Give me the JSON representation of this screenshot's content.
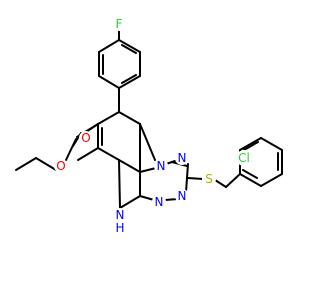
{
  "molecule": {
    "colors": {
      "bond": "#000000",
      "carbon": "#000000",
      "oxygen": "#ff0000",
      "nitrogen": "#0000ff",
      "sulfur": "#b3b300",
      "fluorine": "#33cc33",
      "chlorine": "#33cc33"
    },
    "atoms": [
      {
        "name": "atom-f",
        "label": "F",
        "element": "fluorine"
      },
      {
        "name": "atom-cl",
        "label": "Cl",
        "element": "chlorine"
      },
      {
        "name": "atom-o-carbonyl",
        "label": "O",
        "element": "oxygen"
      },
      {
        "name": "atom-o-ester",
        "label": "O",
        "element": "oxygen"
      },
      {
        "name": "atom-n-triazole-1",
        "label": "N",
        "element": "nitrogen"
      },
      {
        "name": "atom-n-triazole-2",
        "label": "N",
        "element": "nitrogen"
      },
      {
        "name": "atom-n-triazole-3",
        "label": "N",
        "element": "nitrogen"
      },
      {
        "name": "atom-n-triazole-4",
        "label": "N",
        "element": "nitrogen"
      },
      {
        "name": "atom-nh",
        "label": "N",
        "element": "nitrogen"
      },
      {
        "name": "atom-nh-h",
        "label": "H",
        "element": "nitrogen"
      },
      {
        "name": "atom-s",
        "label": "S",
        "element": "sulfur"
      }
    ]
  }
}
